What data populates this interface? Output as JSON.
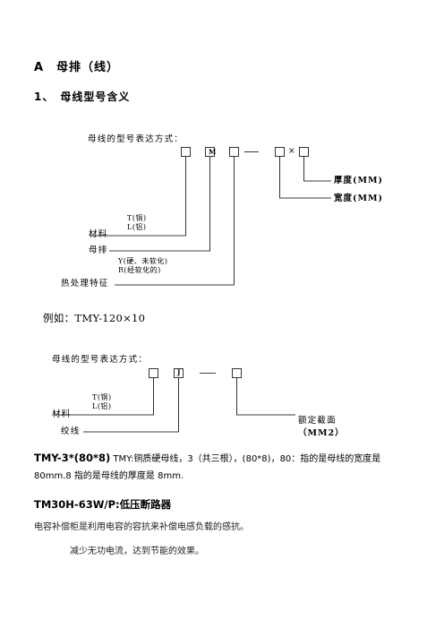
{
  "heading_a": "A　母排（线）",
  "heading_1": "1、　母线型号含义",
  "diagram1": {
    "title": "母线的型号表达方式：",
    "box_m": "M",
    "times": "×",
    "thickness": "厚度(MM)",
    "width": "宽度(MM)",
    "material_options": [
      "T(铜)",
      "L(铝)"
    ],
    "material": "材料",
    "busbar": "母排",
    "heat_options": [
      "Y(硬、未软化)",
      "R(经软化的)"
    ],
    "heat": "热处理特征"
  },
  "example": "例如：TMY-120×10",
  "diagram2": {
    "title": "母线的型号表达方式：",
    "box_j": "J",
    "material_options": [
      "T(铜)",
      "L(铝)"
    ],
    "material": "材料",
    "stranded": "绞线",
    "rated_section": "额定截面",
    "unit": "（MM2）"
  },
  "paragraph": {
    "code": "TMY-3*(80*8)",
    "text": " TMY:铜质硬母线，3（共三根），(80*8)，80：指的是母线的宽度是 80mm.8 指的是母线的厚度是 8mm."
  },
  "heading_tm": "TM30H-63W/P:低压断路器",
  "line_capacitor": "电容补偿柜是利用电容的容抗来补偿电感负载的感抗。",
  "line_reduce": "减少无功电流，达到节能的效果。"
}
